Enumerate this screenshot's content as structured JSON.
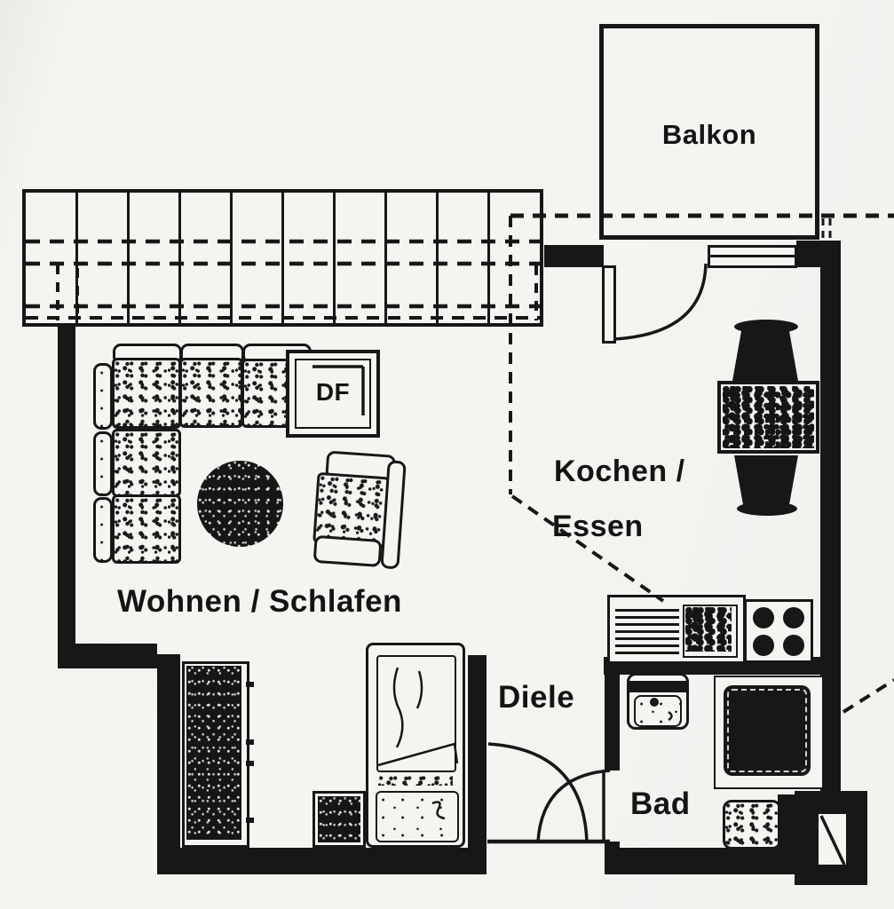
{
  "plan": {
    "colors": {
      "ink": "#171717",
      "paper": "#f5f3f0"
    },
    "rooms": {
      "balcony": {
        "label": "Balkon"
      },
      "kitchen_dining": {
        "label_line1": "Kochen /",
        "label_line2": "Essen"
      },
      "living_sleeping": {
        "label": "Wohnen / Schlafen"
      },
      "hall": {
        "label": "Diele"
      },
      "bath": {
        "label": "Bad"
      },
      "roof_window": {
        "label": "DF"
      }
    }
  }
}
